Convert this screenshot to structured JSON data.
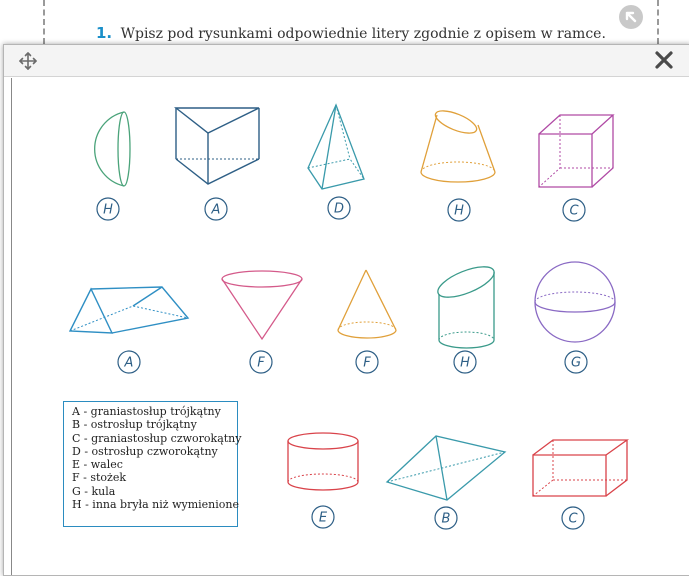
{
  "instruction": {
    "number": "1.",
    "text": "Wpisz pod rysunkami odpowiednie litery zgodnie z opisem w ramce."
  },
  "legend": [
    "A - graniastosłup trójkątny",
    "B - ostrosłup trójkątny",
    "C - graniastosłup czworokątny",
    "D - ostrosłup czworokątny",
    "E - walec",
    "F - stożek",
    "G - kula",
    "H - inna bryła niż wymienione"
  ],
  "answers": [
    "H",
    "A",
    "D",
    "H",
    "C",
    "A",
    "F",
    "F",
    "H",
    "G",
    "E",
    "B",
    "C"
  ],
  "colors": {
    "answer_ink": "#2e5f86",
    "legend_border": "#2b8cc0",
    "instruction_number": "#1a8fc9"
  },
  "icons": {
    "move": "move-icon",
    "close": "close-icon",
    "corner": "arrow-up-left-icon"
  }
}
